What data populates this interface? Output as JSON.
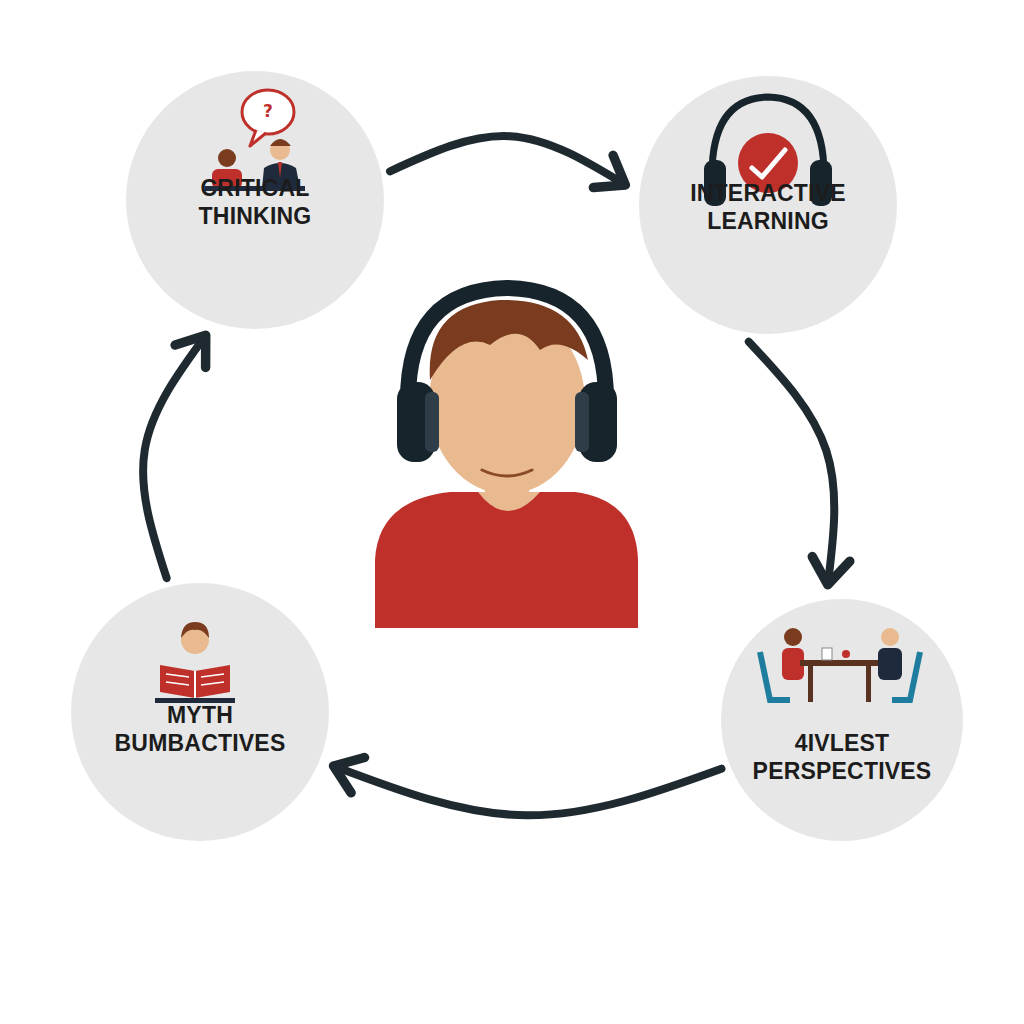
{
  "diagram": {
    "nodes": [
      {
        "text": [
          "CRITICAL THINKING"
        ]
      },
      {
        "text": [
          "INTERACTIVE LEARNING"
        ]
      },
      {
        "text": [
          "4IVLEST PERSPECTIVES"
        ]
      },
      {
        "text": [
          "MYTH BUMBACTIVES"
        ]
      }
    ],
    "edges": [
      {
        "from": 0,
        "to": 1,
        "arrow": "to"
      },
      {
        "from": 1,
        "to": 2,
        "arrow": "to"
      },
      {
        "from": 2,
        "to": 3,
        "arrow": "to"
      },
      {
        "from": 3,
        "to": 0,
        "arrow": "to"
      }
    ],
    "labels": [
      "?"
    ]
  }
}
